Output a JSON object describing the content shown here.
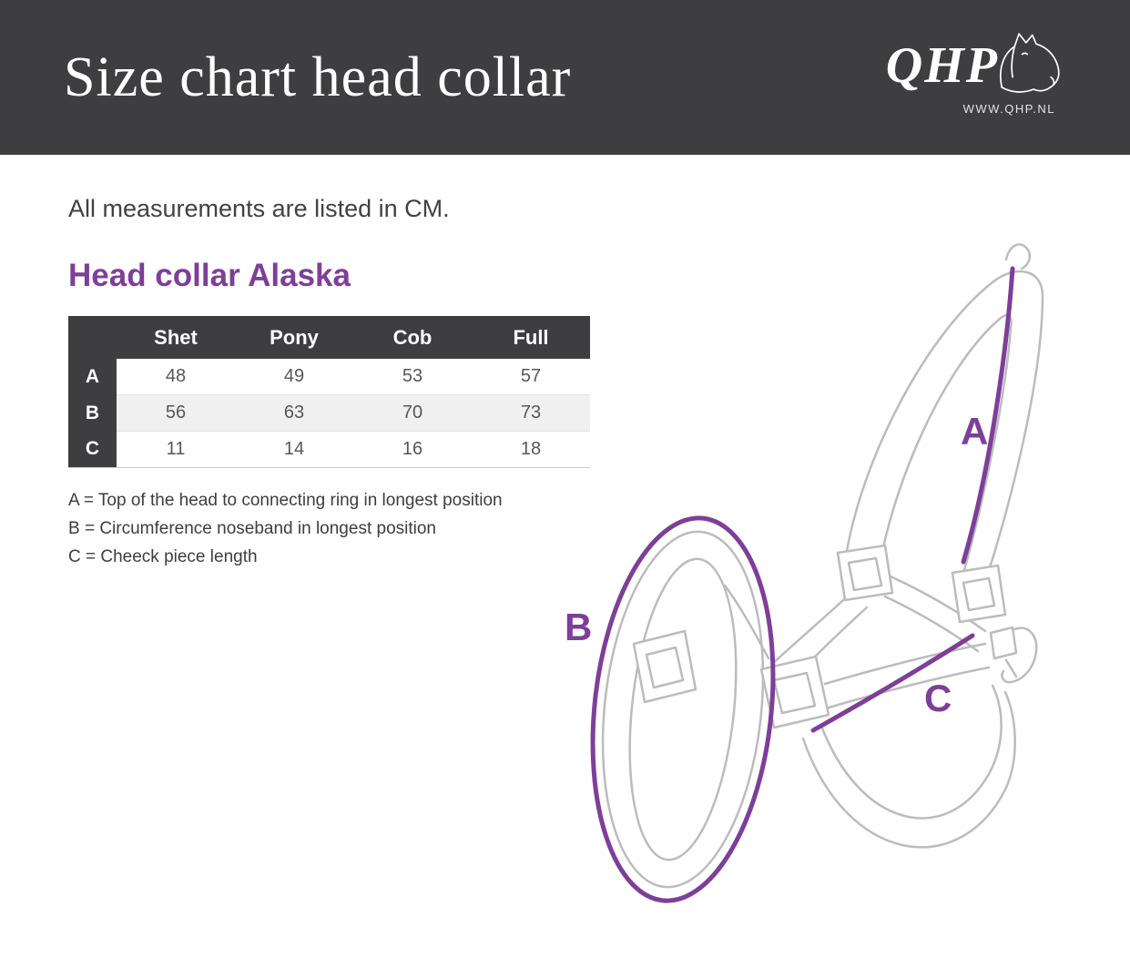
{
  "header": {
    "title": "Size chart head collar",
    "logo": {
      "brand": "QHP",
      "website": "WWW.QHP.NL"
    }
  },
  "intro": "All measurements are listed in CM.",
  "section_title": "Head collar Alaska",
  "table": {
    "columns": [
      "Shet",
      "Pony",
      "Cob",
      "Full"
    ],
    "rows": [
      {
        "label": "A",
        "values": [
          48,
          49,
          53,
          57
        ]
      },
      {
        "label": "B",
        "values": [
          56,
          63,
          70,
          73
        ]
      },
      {
        "label": "C",
        "values": [
          11,
          14,
          16,
          18
        ]
      }
    ]
  },
  "legend": [
    "A = Top of the head to connecting ring in longest position",
    "B = Circumference noseband in longest position",
    "C = Cheeck piece length"
  ],
  "diagram": {
    "labels": {
      "a": "A",
      "b": "B",
      "c": "C"
    }
  },
  "colors": {
    "accent_purple": "#7d3f98",
    "header_background": "#3e3e40",
    "row_highlight": "#f0f0f0",
    "diagram_stroke": "#bcbcbc"
  }
}
